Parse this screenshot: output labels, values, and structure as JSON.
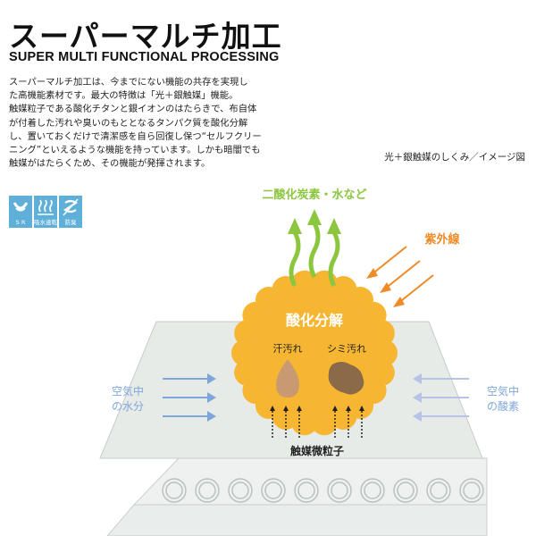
{
  "header": {
    "title_jp": "スーパーマルチ加工",
    "title_en": "SUPER MULTI FUNCTIONAL PROCESSING"
  },
  "description_lines": [
    "スーパーマルチ加工は、今までにない機能の共存を実現し",
    "た高機能素材です。最大の特徴は「光＋銀触媒」機能。",
    "触媒粒子である酸化チタンと銀イオンのはたらきで、布自体",
    "が付着した汚れや臭いのもととなるタンパク質を酸化分解",
    "し、置いておくだけで清潔感を自ら回復し保つ“セルフクリー",
    "ニング”といえるような機能を持っています。しかも暗闇でも",
    "触媒がはたらくため、その機能が発揮されます。"
  ],
  "icons": [
    {
      "name": "sr-icon",
      "label": "S R"
    },
    {
      "name": "absorb-quick-dry-icon",
      "label": "吸水速乾"
    },
    {
      "name": "deodorize-icon",
      "label": "防臭"
    }
  ],
  "diagram": {
    "caption": "光＋銀触媒のしくみ／イメージ図",
    "output_label": "二酸化炭素・水など",
    "uv_label": "紫外線",
    "center_label": "酸化分解",
    "sweat_label": "汗汚れ",
    "stain_label": "シミ汚れ",
    "left_label_line1": "空気中",
    "left_label_line2": "の水分",
    "right_label_line1": "空気中",
    "right_label_line2": "の酸素",
    "particle_label": "触媒微粒子",
    "colors": {
      "green": "#8cc63f",
      "orange": "#f08a24",
      "sun": "#f7b631",
      "blue_arrow": "#7fa6da",
      "right_arrow": "#b7c3e6",
      "sweat": "#c99a72",
      "stain": "#8a6a48",
      "fabric": "#e6ebe8"
    }
  }
}
